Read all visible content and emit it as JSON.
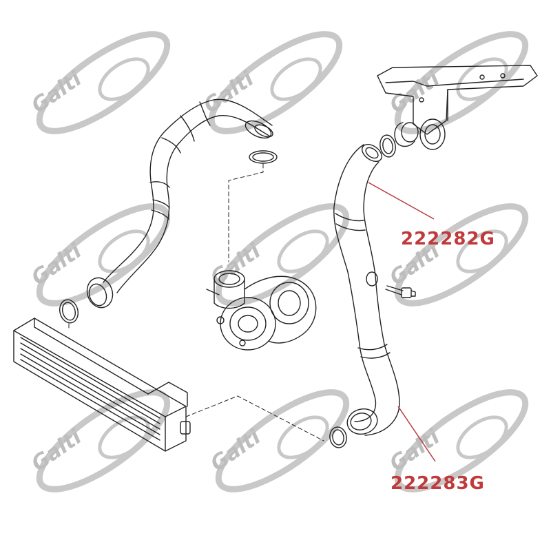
{
  "watermark": {
    "text": "Galti",
    "color": "#bdbdbd"
  },
  "labels": {
    "upper_hose": "222282G",
    "lower_hose": "222283G"
  },
  "colors": {
    "label": "#c0393b",
    "leader": "#b83a3e",
    "line": "#222222",
    "watermark": "#bdbdbd"
  }
}
